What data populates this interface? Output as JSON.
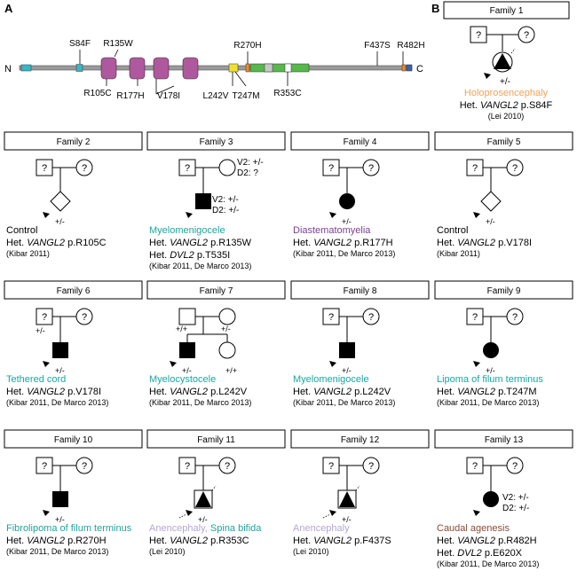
{
  "panels": {
    "a": "A",
    "b": "B"
  },
  "protein": {
    "n_label": "N",
    "c_label": "C",
    "colors": {
      "line": "#9a9a9a",
      "tm": "#b0589e",
      "pdz": "#57b84b",
      "terminal": "#3ab7c6",
      "yellow": "#f2e12a",
      "orange": "#f08a2b",
      "gray": "#c8c8c8"
    },
    "mutations": [
      "S84F",
      "R135W",
      "R105C",
      "R177H",
      "V178I",
      "L242V",
      "T247M",
      "R270H",
      "R353C",
      "F437S",
      "R482H"
    ]
  },
  "marks": {
    "unknown": "?",
    "het": "+/-",
    "wt": "+/+"
  },
  "colors": {
    "teal": "#1aa6a0",
    "purple": "#7c3e97",
    "orange": "#f4a259",
    "lavender": "#b3a6d6",
    "brown": "#8b4a38",
    "black": "#000000"
  },
  "families": [
    {
      "title": "Family 1",
      "phen": [
        "Holoprosencephaly"
      ],
      "lines": [
        "Het. VANGL2 p.S84F",
        "(Lei 2010)"
      ]
    },
    {
      "title": "Family  2",
      "phen": [
        "Control"
      ],
      "lines": [
        "Het. VANGL2 p.R105C",
        "(Kibar 2011)"
      ]
    },
    {
      "title": "Family  3",
      "phen": [
        "Myelomenigocele"
      ],
      "lines": [
        "Het. VANGL2 p.R135W",
        "Het. DVL2 p.T535I",
        "(Kibar 2011, De Marco 2013)"
      ],
      "notes": [
        "V2: +/-",
        "D2: ?",
        "V2: +/-",
        "D2: +/-"
      ]
    },
    {
      "title": "Family  4",
      "phen": [
        "Diastematomyelia"
      ],
      "lines": [
        "Het. VANGL2 p.R177H",
        "(Kibar 2011, De Marco 2013)"
      ]
    },
    {
      "title": "Family  5",
      "phen": [
        "Control"
      ],
      "lines": [
        "Het. VANGL2 p.V178I",
        "(Kibar 2011)"
      ]
    },
    {
      "title": "Family  6",
      "phen": [
        "Tethered cord"
      ],
      "lines": [
        "Het. VANGL2 p.V178I",
        "(Kibar 2011, De Marco 2013)"
      ]
    },
    {
      "title": "Family  7",
      "phen": [
        "Myelocystocele"
      ],
      "lines": [
        "Het. VANGL2 p.L242V",
        "(Kibar 2011, De Marco 2013)"
      ]
    },
    {
      "title": "Family  8",
      "phen": [
        "Myelomenigocele"
      ],
      "lines": [
        "Het. VANGL2 p.L242V",
        "(Kibar 2011, De Marco 2013)"
      ]
    },
    {
      "title": "Family  9",
      "phen": [
        "Lipoma of filum terminus"
      ],
      "lines": [
        "Het. VANGL2 p.T247M",
        "(Kibar 2011, De Marco 2013)"
      ]
    },
    {
      "title": "Family  10",
      "phen": [
        "Fibrolipoma of filum terminus"
      ],
      "lines": [
        "Het. VANGL2 p.R270H",
        "(Kibar 2011, De Marco 2013)"
      ]
    },
    {
      "title": "Family  11",
      "phen": [
        "Anencephaly,",
        "Spina bifida"
      ],
      "lines": [
        "Het. VANGL2 p.R353C",
        "(Lei 2010)"
      ]
    },
    {
      "title": "Family  12",
      "phen": [
        "Anencephaly"
      ],
      "lines": [
        "Het. VANGL2 p.F437S",
        "(Lei 2010)"
      ]
    },
    {
      "title": "Family  13",
      "phen": [
        "Caudal agenesis"
      ],
      "lines": [
        "Het. VANGL2 p.R482H",
        "Het. DVL2 p.E620X",
        "(Kibar 2011, De Marco 2013)"
      ],
      "notes": [
        "V2: +/-",
        "D2: +/-"
      ]
    }
  ]
}
